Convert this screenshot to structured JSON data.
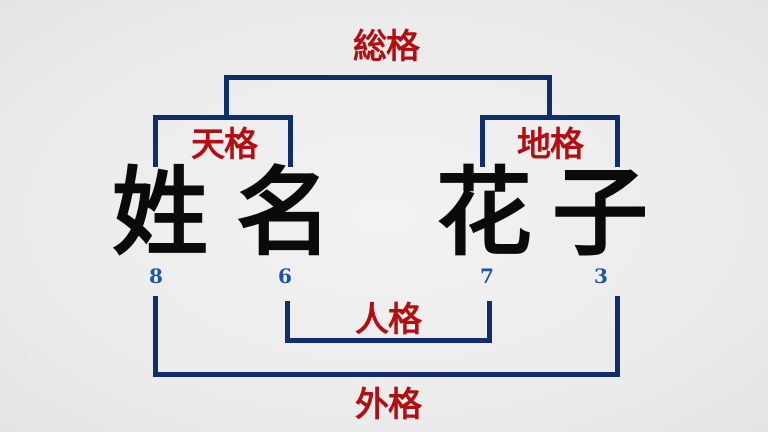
{
  "name": {
    "characters": [
      {
        "char": "姓",
        "strokes": "8"
      },
      {
        "char": "名",
        "strokes": "6"
      },
      {
        "char": "花",
        "strokes": "7"
      },
      {
        "char": "子",
        "strokes": "3"
      }
    ]
  },
  "labels": {
    "total": "総格",
    "heaven": "天格",
    "earth": "地格",
    "person": "人格",
    "outer": "外格"
  },
  "colors": {
    "bracket": "#0f2e6b",
    "label": "#b30f12",
    "stroke_number": "#1f55a0",
    "character": "#0a0a0a",
    "background": "#eeeeee"
  }
}
